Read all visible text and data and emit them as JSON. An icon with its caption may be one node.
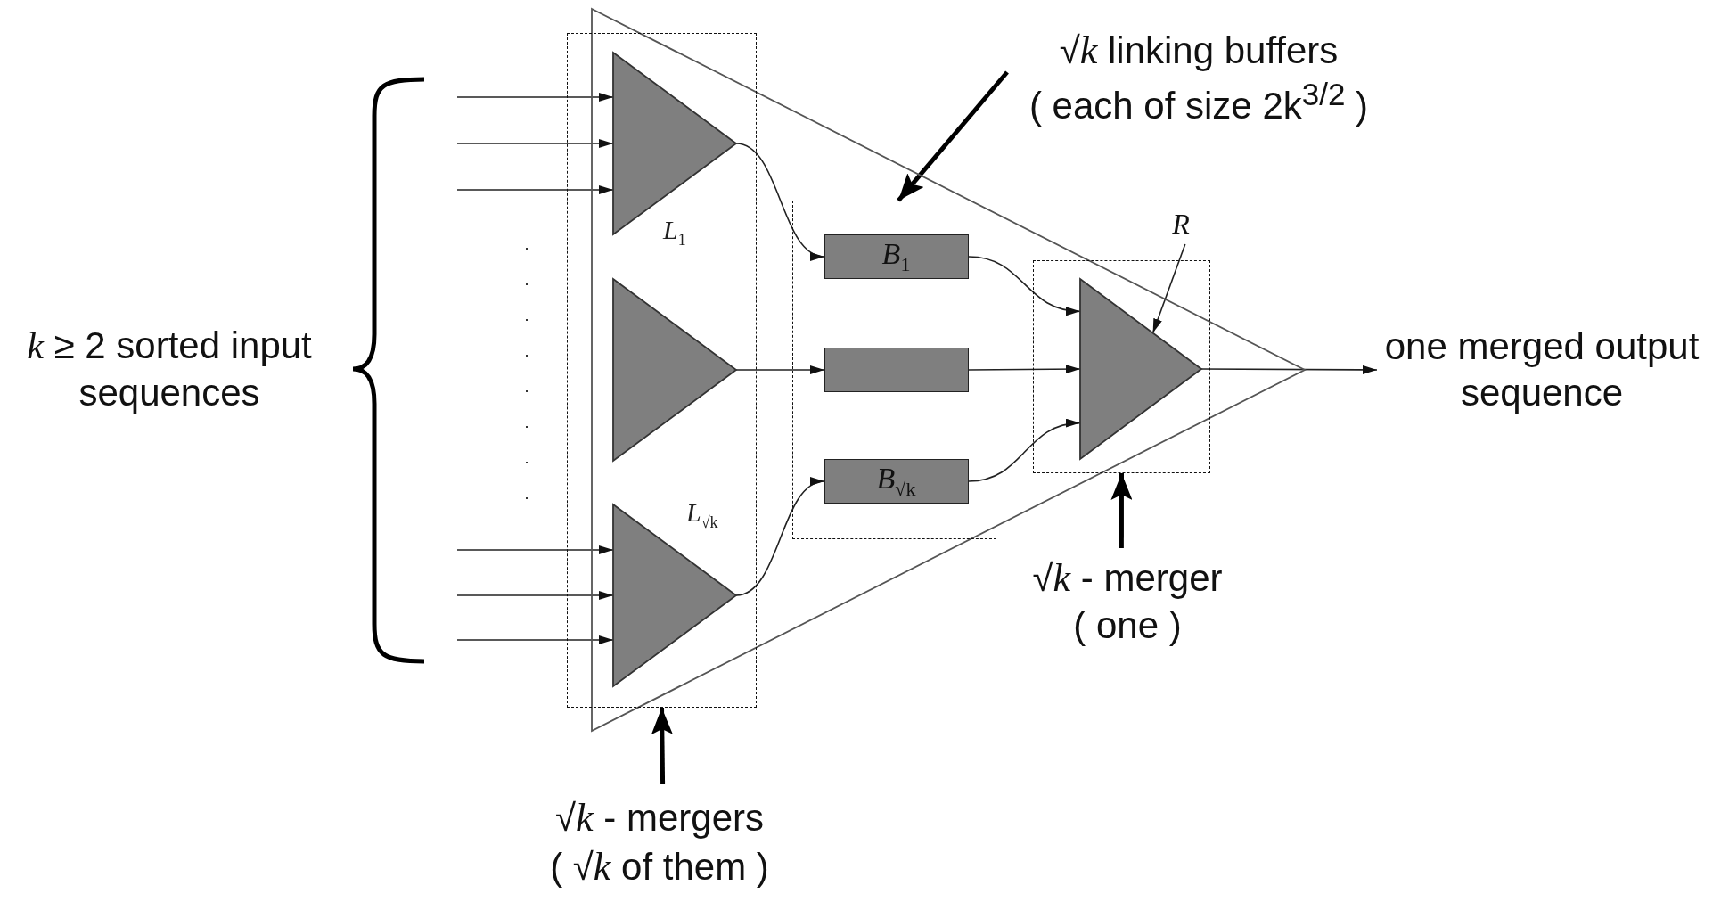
{
  "diagram": {
    "nodes": [
      {
        "text": [],
        "shape": "triangle"
      },
      {
        "text": [],
        "shape": "box",
        "in": 0
      },
      {
        "text": [],
        "shape": "triangle",
        "beside": [
          "*L*$_{1}$"
        ],
        "in": 1
      },
      {
        "text": [],
        "shape": "triangle",
        "in": 1
      },
      {
        "text": [],
        "shape": "triangle",
        "beside": [
          "*L*$_{√k}$"
        ],
        "in": 1
      },
      {
        "text": [],
        "shape": "box",
        "in": 0
      },
      {
        "text": [
          "*B*$_{1}$"
        ],
        "in": 5
      },
      {
        "text": [],
        "shape": "box",
        "in": 5
      },
      {
        "text": [
          "*B*$_{√k}$"
        ],
        "in": 5
      },
      {
        "text": [],
        "shape": "box",
        "in": 0
      },
      {
        "text": [],
        "shape": "triangle",
        "in": 9
      },
      {
        "text": [
          "R"
        ]
      },
      {
        "text": [
          "√*k* linking buffers",
          "( each of size 2k$^{3/2}$ )"
        ]
      },
      {
        "text": [
          "√*k* - merger",
          "( one )"
        ]
      },
      {
        "text": [
          "√*k* - mergers",
          "( √*k* of them )"
        ]
      },
      {
        "text": [
          "one merged output sequence"
        ]
      }
    ],
    "edges": [
      {
        "from": null,
        "to": 2,
        "arrow": "to"
      },
      {
        "from": null,
        "to": 2,
        "arrow": "to"
      },
      {
        "from": null,
        "to": 2,
        "arrow": "to"
      },
      {
        "from": null,
        "to": 4,
        "arrow": "to"
      },
      {
        "from": null,
        "to": 4,
        "arrow": "to"
      },
      {
        "from": null,
        "to": 4,
        "arrow": "to"
      },
      {
        "from": 2,
        "to": 6,
        "arrow": "to"
      },
      {
        "from": 3,
        "to": 7,
        "arrow": "to"
      },
      {
        "from": 4,
        "to": 8,
        "arrow": "to"
      },
      {
        "from": 6,
        "to": 10,
        "arrow": "to"
      },
      {
        "from": 7,
        "to": 10,
        "arrow": "to"
      },
      {
        "from": 8,
        "to": 10,
        "arrow": "to"
      },
      {
        "from": 10,
        "to": 15,
        "arrow": "to"
      },
      {
        "from": 12,
        "to": 5,
        "arrow": "to",
        "style": "thick"
      },
      {
        "from": 11,
        "to": 10,
        "arrow": "to"
      },
      {
        "from": 13,
        "to": 9,
        "arrow": "to",
        "style": "thick"
      },
      {
        "from": 14,
        "to": 1,
        "arrow": "to",
        "style": "thick"
      }
    ],
    "labels": [
      "*k* ≥ 2 sorted input sequences"
    ]
  }
}
